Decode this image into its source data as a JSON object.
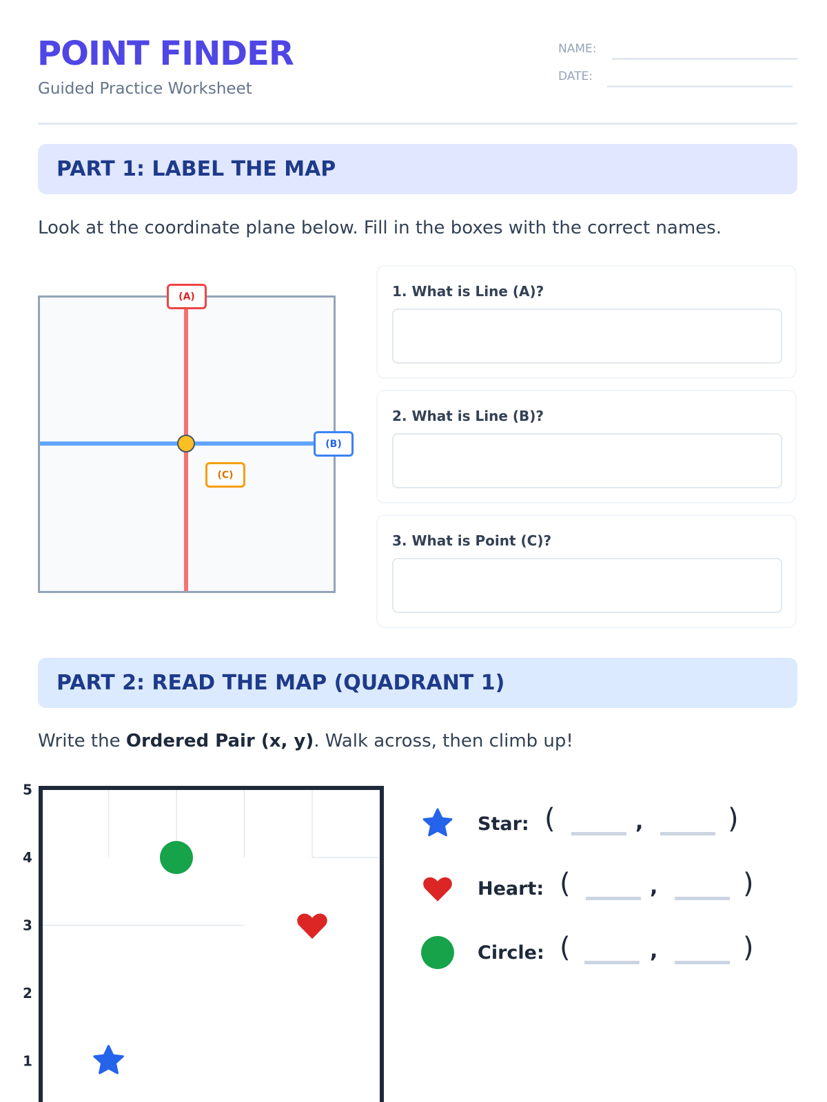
{
  "header": {
    "title": "POINT FINDER",
    "subtitle": "Guided Practice Worksheet",
    "name_label": "NAME:",
    "date_label": "DATE:"
  },
  "part1": {
    "banner": "PART 1: LABEL THE MAP",
    "instruction": "Look at the coordinate plane below. Fill in the boxes with the correct names.",
    "tags": {
      "a": "(A)",
      "b": "(B)",
      "c": "(C)"
    },
    "questions": [
      {
        "label": "1. What is Line (A)?",
        "answer": ""
      },
      {
        "label": "2. What is Line (B)?",
        "answer": ""
      },
      {
        "label": "3. What is Point (C)?",
        "answer": ""
      }
    ],
    "colors": {
      "line_a": "#f87171",
      "line_b": "#60a5fa",
      "origin": "#fbbf24"
    }
  },
  "part2": {
    "banner": "PART 2: READ THE MAP (QUADRANT 1)",
    "instruction_pre": "Write the ",
    "instruction_bold": "Ordered Pair (x, y)",
    "instruction_post": ". Walk across, then climb up!",
    "rows": [
      {
        "label": "Star:",
        "icon": "star",
        "color": "#2563eb"
      },
      {
        "label": "Heart:",
        "icon": "heart",
        "color": "#dc2626"
      },
      {
        "label": "Circle:",
        "icon": "circle",
        "color": "#16a34a"
      }
    ],
    "open_paren": "(",
    "comma": ",",
    "close_paren": ")"
  },
  "chart_data": {
    "type": "scatter",
    "title": "",
    "xlim": [
      0,
      5
    ],
    "ylim": [
      0,
      5
    ],
    "y_ticks": [
      "1",
      "2",
      "3",
      "4",
      "5"
    ],
    "points": [
      {
        "name": "star",
        "x": 1,
        "y": 1,
        "color": "#2563eb"
      },
      {
        "name": "circle",
        "x": 2,
        "y": 4,
        "color": "#16a34a"
      },
      {
        "name": "heart",
        "x": 4,
        "y": 3,
        "color": "#dc2626"
      }
    ]
  }
}
